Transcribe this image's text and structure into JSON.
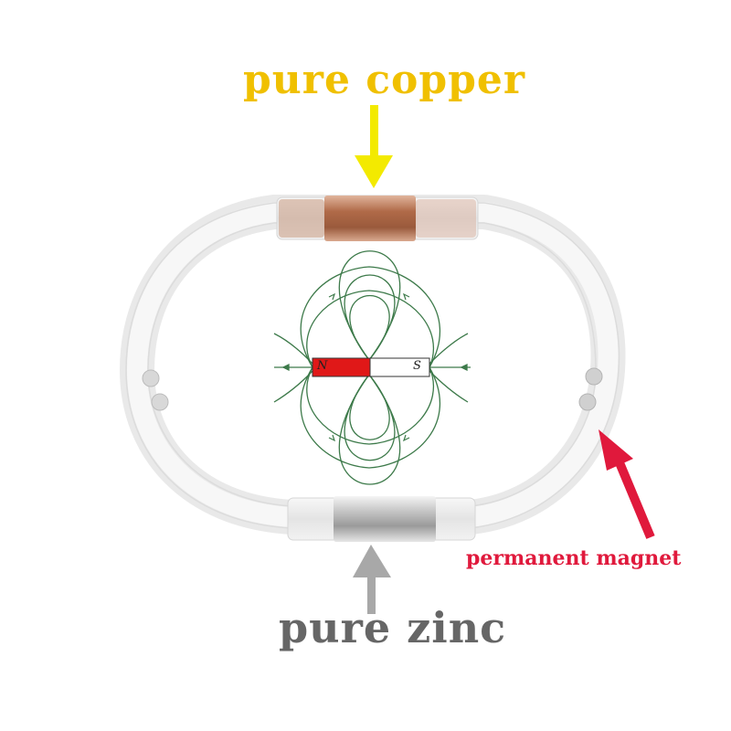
{
  "labels": {
    "copper": "pure copper",
    "zinc": "pure zinc",
    "magnet": "permanent magnet"
  },
  "bar_magnet": {
    "north": "N",
    "south": "S"
  },
  "colors": {
    "copper_label": "#f0c000",
    "zinc_label": "#666666",
    "magnet_label": "#e0193c",
    "copper_sleeve": "#b9785a",
    "zinc_sleeve": "#b8b8b8",
    "field_lines": "#3d7a4a",
    "north_pole": "#e01818"
  }
}
